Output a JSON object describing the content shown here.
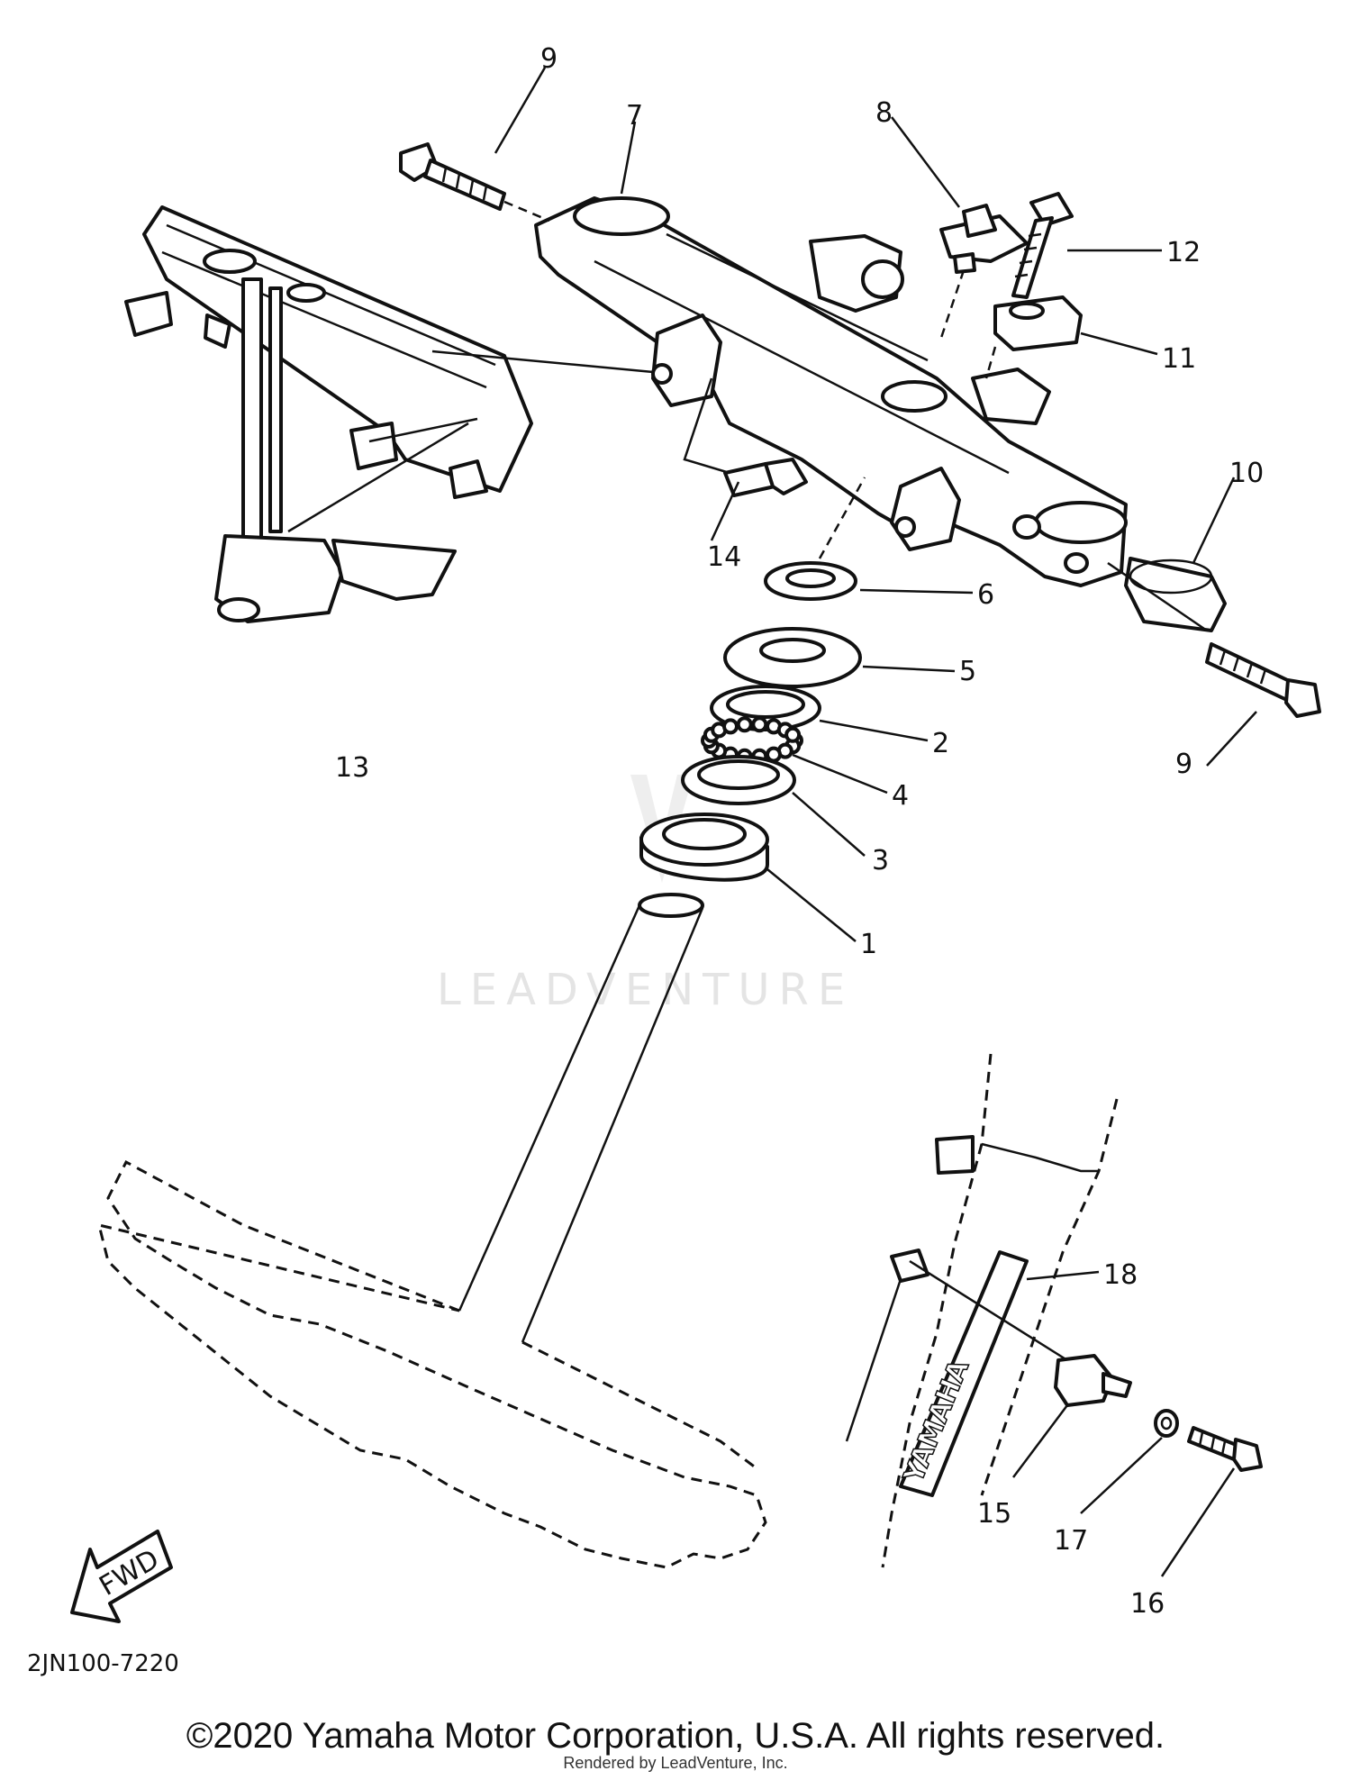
{
  "diagram": {
    "callouts": {
      "c1": "1",
      "c2": "2",
      "c3": "3",
      "c4": "4",
      "c5": "5",
      "c6": "6",
      "c7": "7",
      "c8": "8",
      "c9a": "9",
      "c9b": "9",
      "c10": "10",
      "c11": "11",
      "c12": "12",
      "c13": "13",
      "c14": "14",
      "c15": "15",
      "c16": "16",
      "c17": "17",
      "c18": "18"
    },
    "fwd_label": "FWD",
    "fork_emblem_text": "YAMAHA",
    "diagram_code": "2JN100-7220",
    "watermark": "LEADVENTURE"
  },
  "footer": {
    "copyright": "©2020 Yamaha Motor Corporation, U.S.A. All rights reserved.",
    "rendered_by": "Rendered by LeadVenture, Inc."
  }
}
